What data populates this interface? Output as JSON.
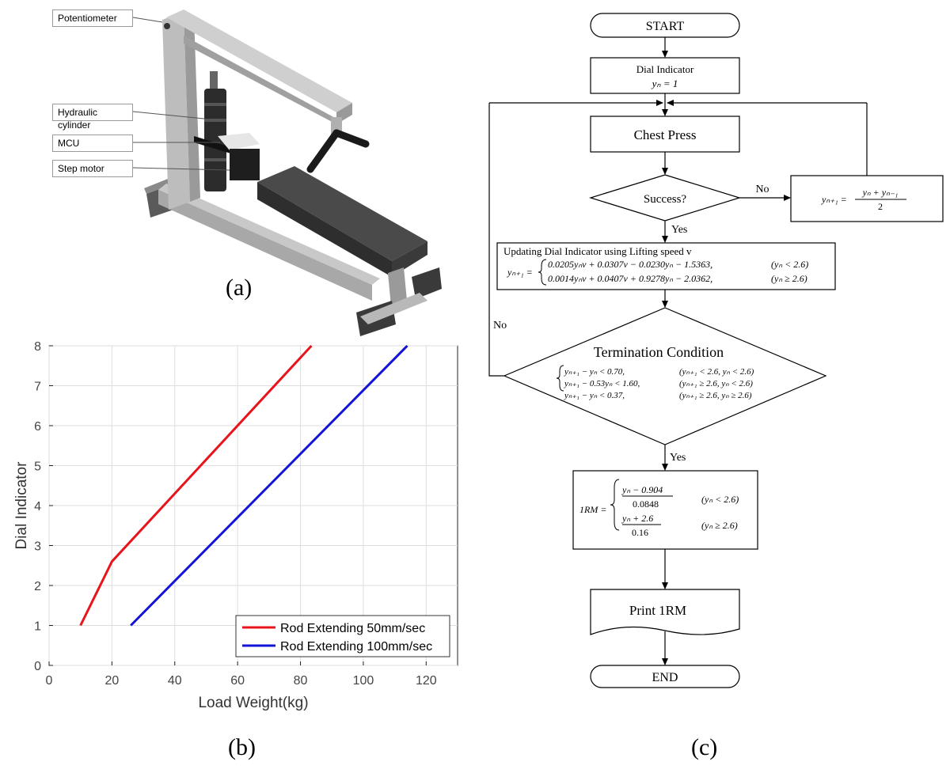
{
  "panel_a": {
    "label": "(a)",
    "callouts": {
      "potentiometer": "Potentiometer",
      "hydraulic": "Hydraulic cylinder",
      "mcu": "MCU",
      "step_motor": "Step motor"
    }
  },
  "panel_b": {
    "label": "(b)"
  },
  "panel_c": {
    "label": "(c)",
    "start": "START",
    "dial_title": "Dial Indicator",
    "dial_eq": "yₙ = 1",
    "chest_press": "Chest Press",
    "success": "Success?",
    "no1": "No",
    "yes1": "Yes",
    "avg_lhs": "yₙ₊₁ =",
    "avg_num": "yₙ + yₙ₋₁",
    "avg_den": "2",
    "update_title": "Updating Dial Indicator using Lifting speed v",
    "update_lhs": "yₙ₊₁ =",
    "update_eq1": "0.0205yₙv + 0.0307v − 0.0230yₙ − 1.5363,",
    "update_cond1": "(yₙ < 2.6)",
    "update_eq2": "0.0014yₙv + 0.0407v + 0.9278yₙ − 2.0362,",
    "update_cond2": "(yₙ ≥ 2.6)",
    "termination": "Termination Condition",
    "term_eq1": "yₙ₊₁ − yₙ < 0.70,",
    "term_cond1": "(yₙ₊₁ < 2.6, yₙ < 2.6)",
    "term_eq2": "yₙ₊₁ − 0.53yₙ < 1.60,",
    "term_cond2": "(yₙ₊₁ ≥ 2.6, yₙ < 2.6)",
    "term_eq3": "yₙ₊₁ − yₙ < 0.37,",
    "term_cond3": "(yₙ₊₁ ≥ 2.6, yₙ ≥ 2.6)",
    "no2": "No",
    "yes2": "Yes",
    "rm_lhs": "1RM =",
    "rm_num1": "yₙ − 0.904",
    "rm_den1": "0.0848",
    "rm_cond1": "(yₙ < 2.6)",
    "rm_num2": "yₙ + 2.6",
    "rm_den2": "0.16",
    "rm_cond2": "(yₙ ≥ 2.6)",
    "print": "Print 1RM",
    "end": "END"
  },
  "chart_data": {
    "type": "line",
    "xlabel": "Load Weight(kg)",
    "ylabel": "Dial Indicator",
    "xlim": [
      0,
      130
    ],
    "ylim": [
      0,
      8
    ],
    "xticks": [
      0,
      20,
      40,
      60,
      80,
      100,
      120
    ],
    "yticks": [
      0,
      1,
      2,
      3,
      4,
      5,
      6,
      7,
      8
    ],
    "grid": true,
    "legend_position": "bottom-right",
    "series": [
      {
        "name": "Rod Extending 50mm/sec",
        "color": "#e8141c",
        "points": [
          [
            10,
            1
          ],
          [
            20,
            2.6
          ],
          [
            83.5,
            8
          ]
        ]
      },
      {
        "name": "Rod Extending 100mm/sec",
        "color": "#1414d8",
        "points": [
          [
            26,
            1
          ],
          [
            114,
            8
          ]
        ]
      }
    ]
  }
}
